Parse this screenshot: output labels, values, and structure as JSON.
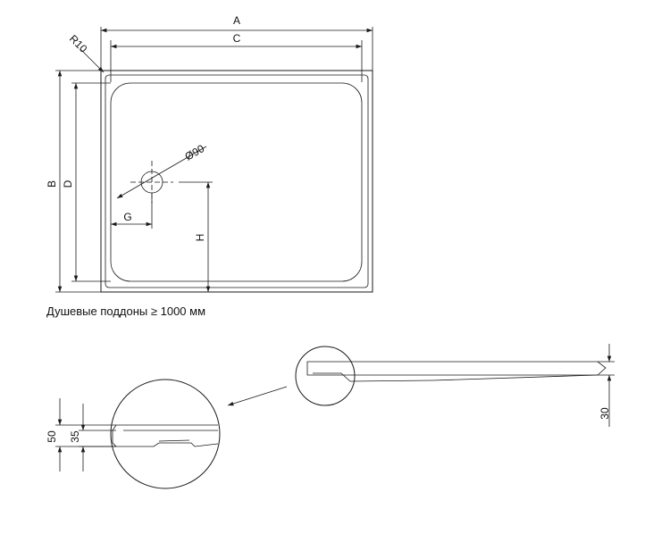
{
  "caption": "Душевые поддоны ≥ 1000 мм",
  "labels": {
    "A": "A",
    "B": "B",
    "C": "C",
    "D": "D",
    "G": "G",
    "H": "H",
    "R10": "R10",
    "drain": "Ø90"
  },
  "profile_dims": {
    "height_total": "50",
    "height_inner": "35",
    "edge_thickness": "30"
  }
}
